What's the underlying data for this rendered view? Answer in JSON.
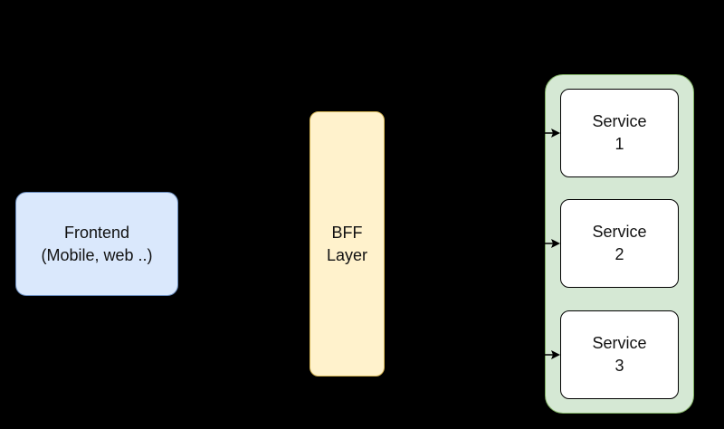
{
  "nodes": {
    "frontend": {
      "line1": "Frontend",
      "line2": "(Mobile, web ..)"
    },
    "bff": {
      "line1": "BFF",
      "line2": "Layer"
    },
    "services": [
      {
        "line1": "Service",
        "line2": "1"
      },
      {
        "line1": "Service",
        "line2": "2"
      },
      {
        "line1": "Service",
        "line2": "3"
      }
    ]
  },
  "colors": {
    "background": "#000000",
    "frontend_fill": "#dae8fc",
    "frontend_stroke": "#6c8ebf",
    "bff_fill": "#fff2cc",
    "bff_stroke": "#d6b656",
    "services_group_fill": "#d5e8d4",
    "services_group_stroke": "#82b366",
    "service_fill": "#ffffff",
    "arrow": "#000000"
  }
}
